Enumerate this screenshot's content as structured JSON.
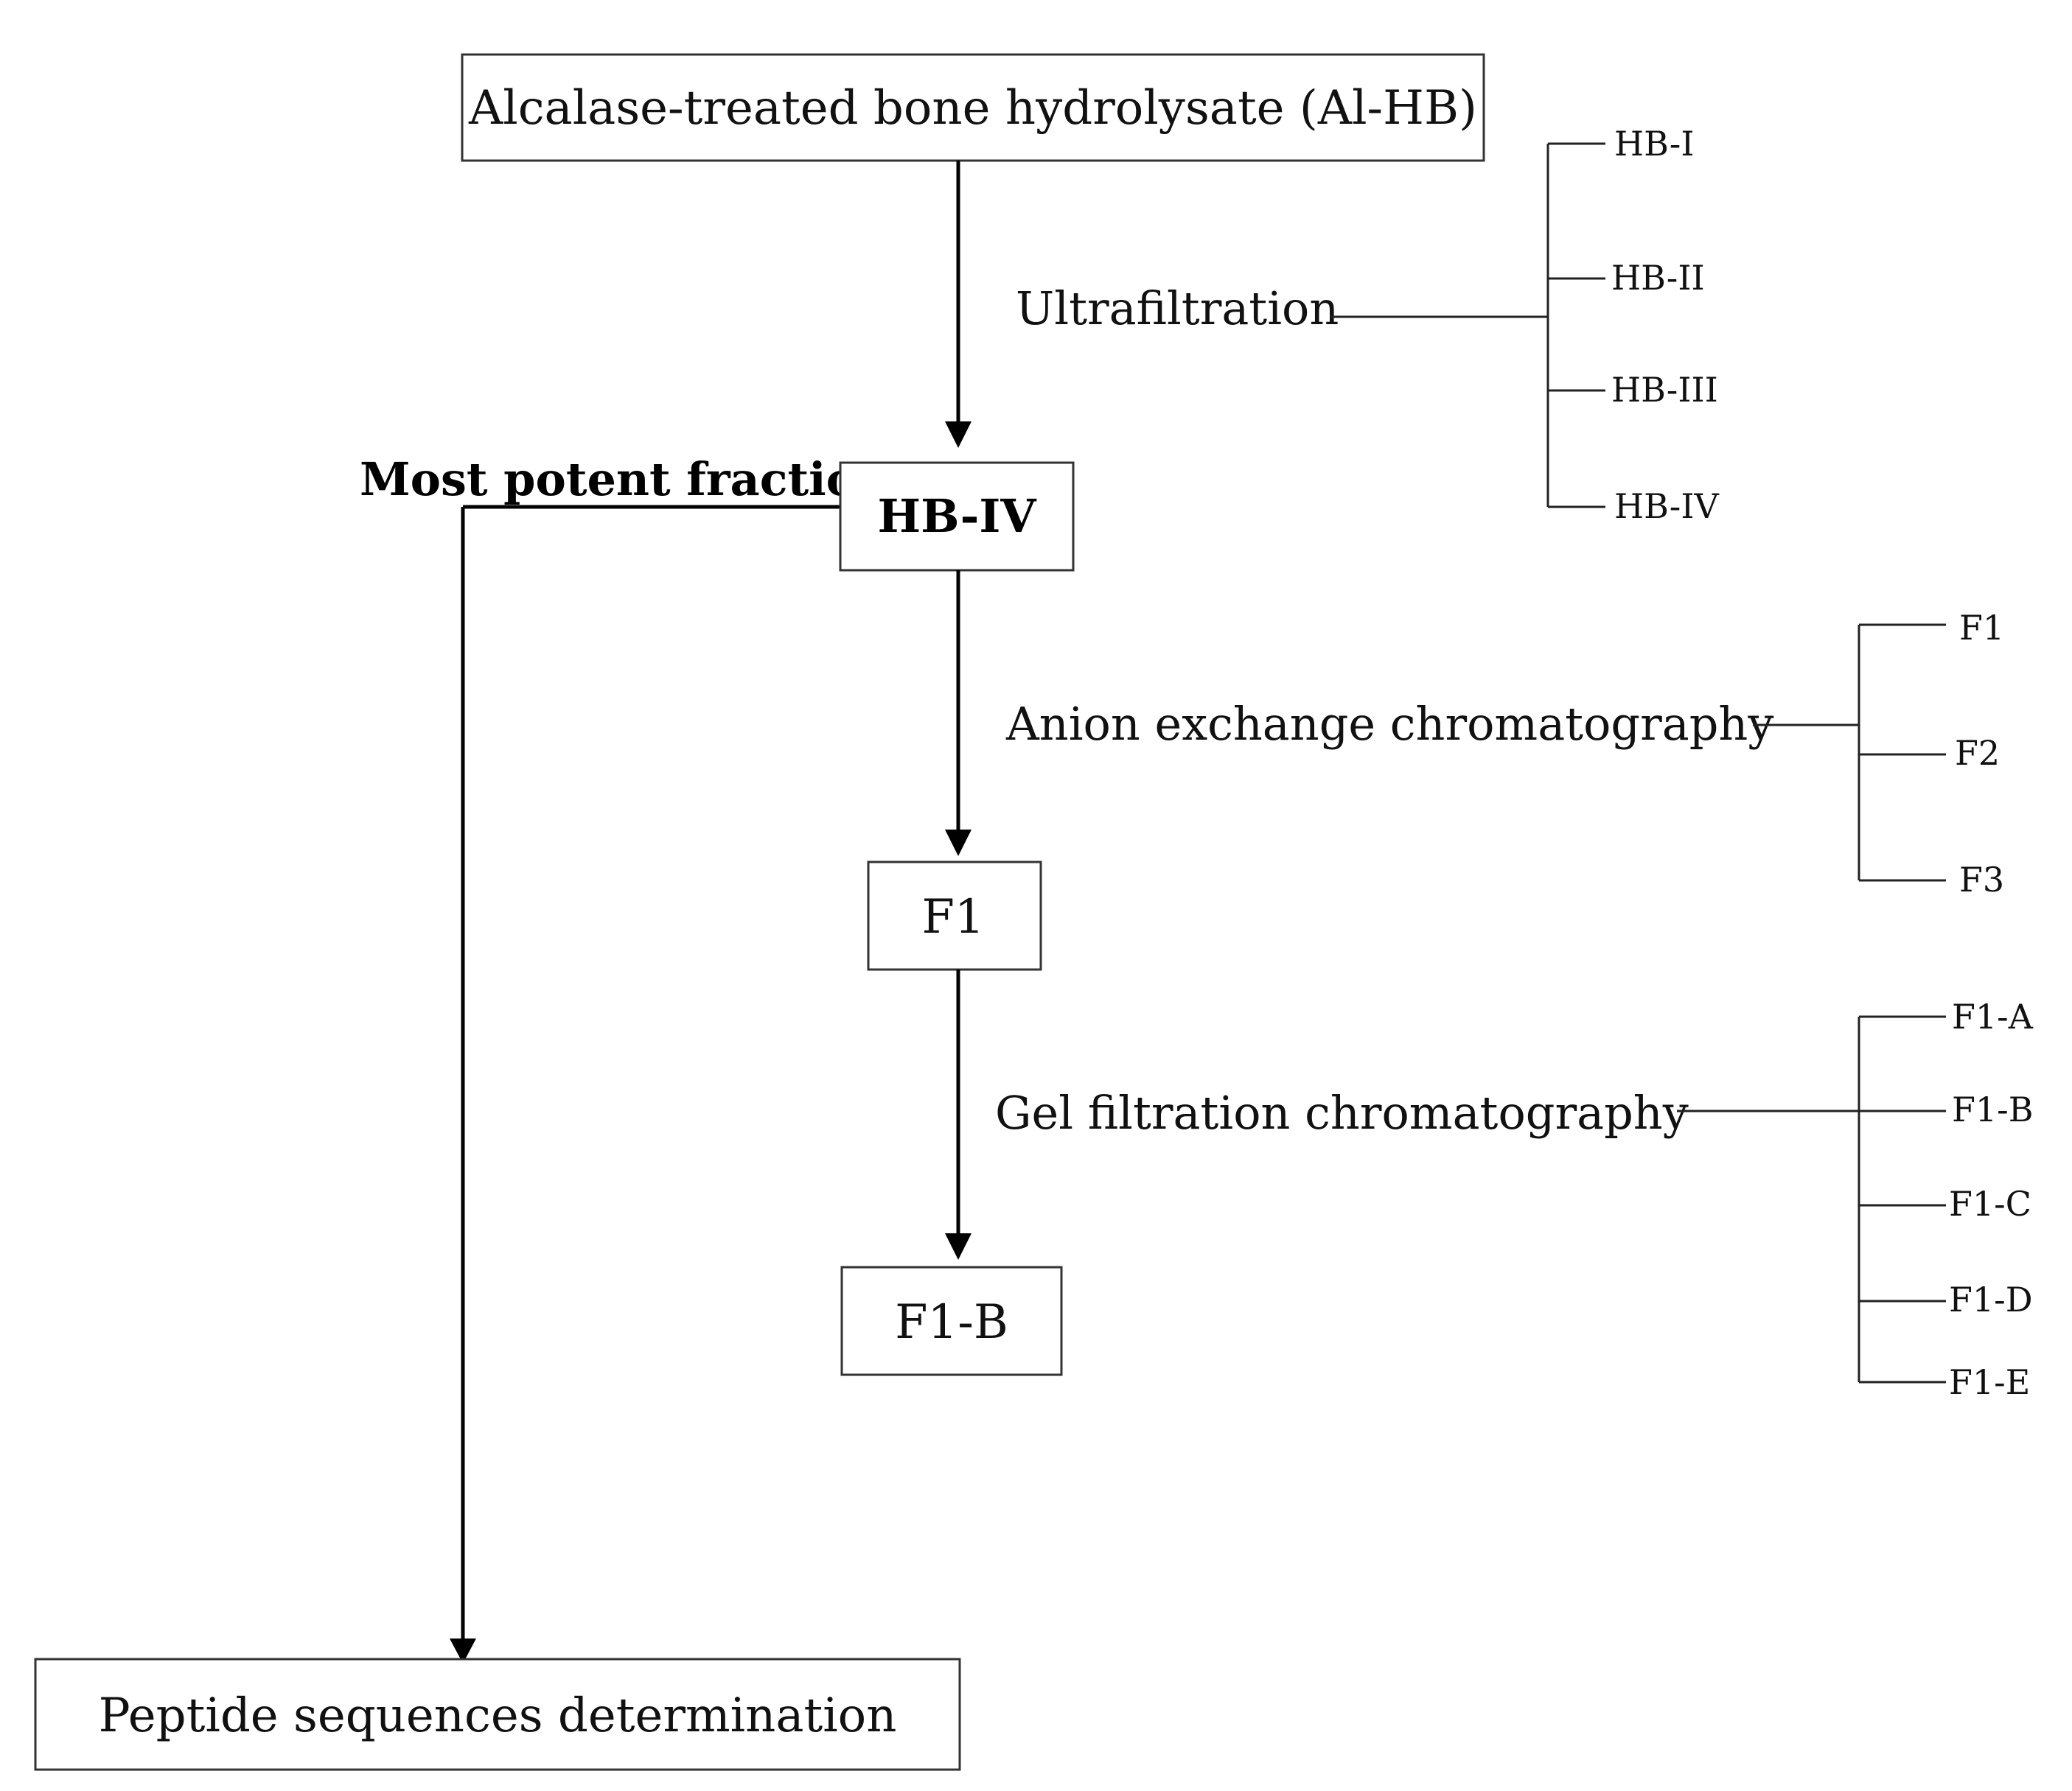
{
  "boxes": {
    "start": "Alcalase-treated bone hydrolysate (Al-HB)",
    "hb_iv": "HB-IV",
    "f1": "F1",
    "f1_b": "F1-B",
    "end": "Peptide sequences determination"
  },
  "steps": {
    "ultrafiltration": "Ultrafiltration",
    "anion": "Anion exchange chromatography",
    "gel": "Gel filtration chromatography"
  },
  "most_potent": "Most potent fraction",
  "fractions": {
    "ultrafiltration": [
      "HB-I",
      "HB-II",
      "HB-III",
      "HB-IV"
    ],
    "anion": [
      "F1",
      "F2",
      "F3"
    ],
    "gel": [
      "F1-A",
      "F1-B",
      "F1-C",
      "F1-D",
      "F1-E"
    ]
  }
}
